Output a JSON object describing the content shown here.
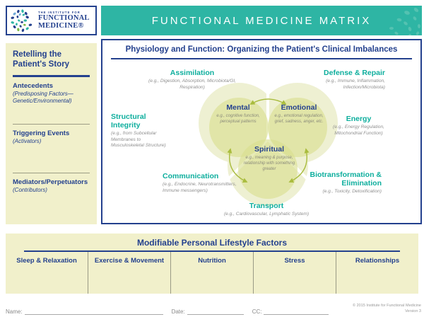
{
  "logo": {
    "line1": "THE INSTITUTE FOR",
    "line2": "FUNCTIONAL",
    "line3": "MEDICINE®"
  },
  "header": {
    "title": "FUNCTIONAL MEDICINE MATRIX"
  },
  "sidebar": {
    "title": "Retelling the Patient's Story",
    "sections": [
      {
        "label": "Antecedents",
        "sub": "(Predisposing Factors— Genetic/Environmental)"
      },
      {
        "label": "Triggering Events",
        "sub": "(Activators)"
      },
      {
        "label": "Mediators/Perpetuators",
        "sub": "(Contributors)"
      }
    ]
  },
  "matrix": {
    "title": "Physiology and Function: Organizing the Patient's Clinical Imbalances",
    "categories": [
      {
        "label": "Assimilation",
        "sub": "(e.g., Digestion, Absorption, Microbiota/GI, Respiration)"
      },
      {
        "label": "Defense & Repair",
        "sub": "(e.g., Immune, Inflammation, Infection/Microbiota)"
      },
      {
        "label": "Structural Integrity",
        "sub": "(e.g., from Subcellular Membranes to Musculoskeletal Structure)"
      },
      {
        "label": "Energy",
        "sub": "(e.g., Energy Regulation, Mitochondrial Function)"
      },
      {
        "label": "Communication",
        "sub": "(e.g., Endocrine, Neurotransmitters, Immune messengers)"
      },
      {
        "label": "Biotransformation & Elimination",
        "sub": "(e.g., Toxicity, Detoxification)"
      },
      {
        "label": "Transport",
        "sub": "(e.g., Cardiovascular, Lymphatic System)"
      }
    ],
    "core": [
      {
        "label": "Mental",
        "sub": "e.g., cognitive function, perceptual patterns"
      },
      {
        "label": "Emotional",
        "sub": "e.g., emotional regulation, grief, sadness, anger, etc."
      },
      {
        "label": "Spiritual",
        "sub": "e.g., meaning & purpose, relationship with something greater"
      }
    ]
  },
  "lifestyle": {
    "title": "Modifiable Personal Lifestyle Factors",
    "columns": [
      "Sleep & Relaxation",
      "Exercise & Movement",
      "Nutrition",
      "Stress",
      "Relationships"
    ]
  },
  "footer": {
    "name_label": "Name:",
    "date_label": "Date:",
    "cc_label": "CC:",
    "copyright_line1": "© 2015 Institute for Functional Medicine",
    "copyright_line2": "Version 3"
  },
  "colors": {
    "brand_navy": "#24418E",
    "brand_teal": "#2EB5A4",
    "category_teal": "#0DAE9D",
    "panel_cream": "#F1F0CB",
    "venn_lobe": "#EEF0D2",
    "venn_circle": "#D9DE8E",
    "arrow_green": "#A9BC3E",
    "muted_gray": "#8F8F8F"
  }
}
